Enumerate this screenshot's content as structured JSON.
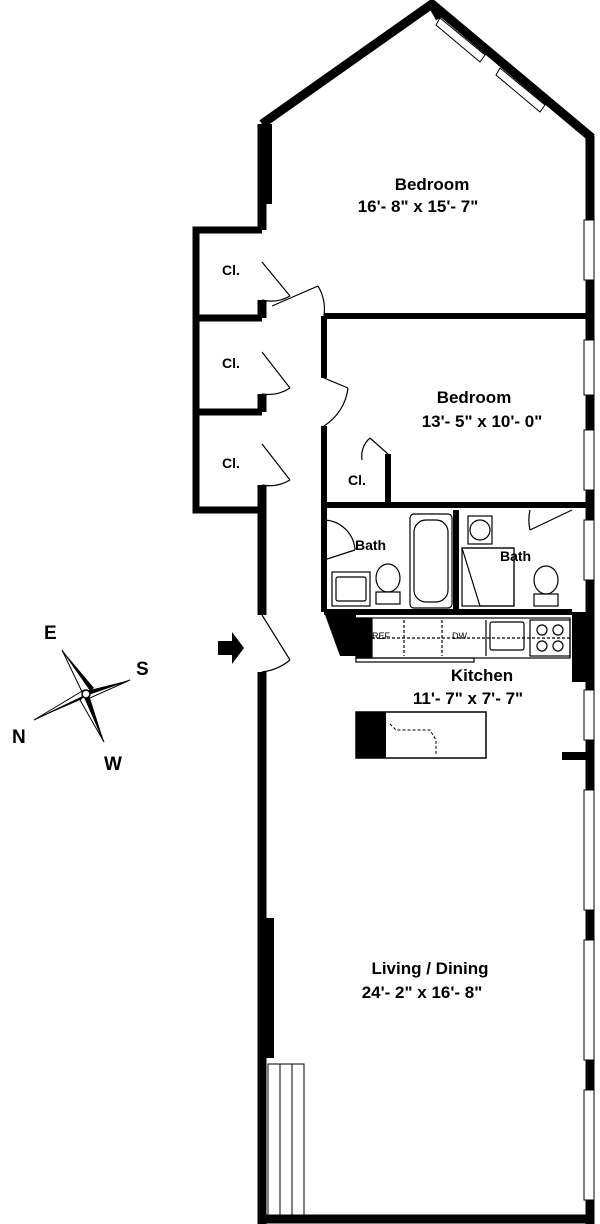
{
  "rooms": {
    "bedroom1": {
      "name": "Bedroom",
      "dims": "16'- 8\" x 15'- 7\""
    },
    "bedroom2": {
      "name": "Bedroom",
      "dims": "13'- 5\" x 10'- 0\""
    },
    "kitchen": {
      "name": "Kitchen",
      "dims": "11'- 7\" x 7'- 7\""
    },
    "living": {
      "name": "Living / Dining",
      "dims": "24'- 2\" x 16'- 8\""
    },
    "bath1": {
      "name": "Bath"
    },
    "bath2": {
      "name": "Bath"
    },
    "closets": [
      "Cl.",
      "Cl.",
      "Cl.",
      "Cl."
    ]
  },
  "appliances": {
    "ref": "REF",
    "dw": "DW"
  },
  "compass": {
    "north": "N",
    "east": "E",
    "south": "S",
    "west": "W"
  }
}
